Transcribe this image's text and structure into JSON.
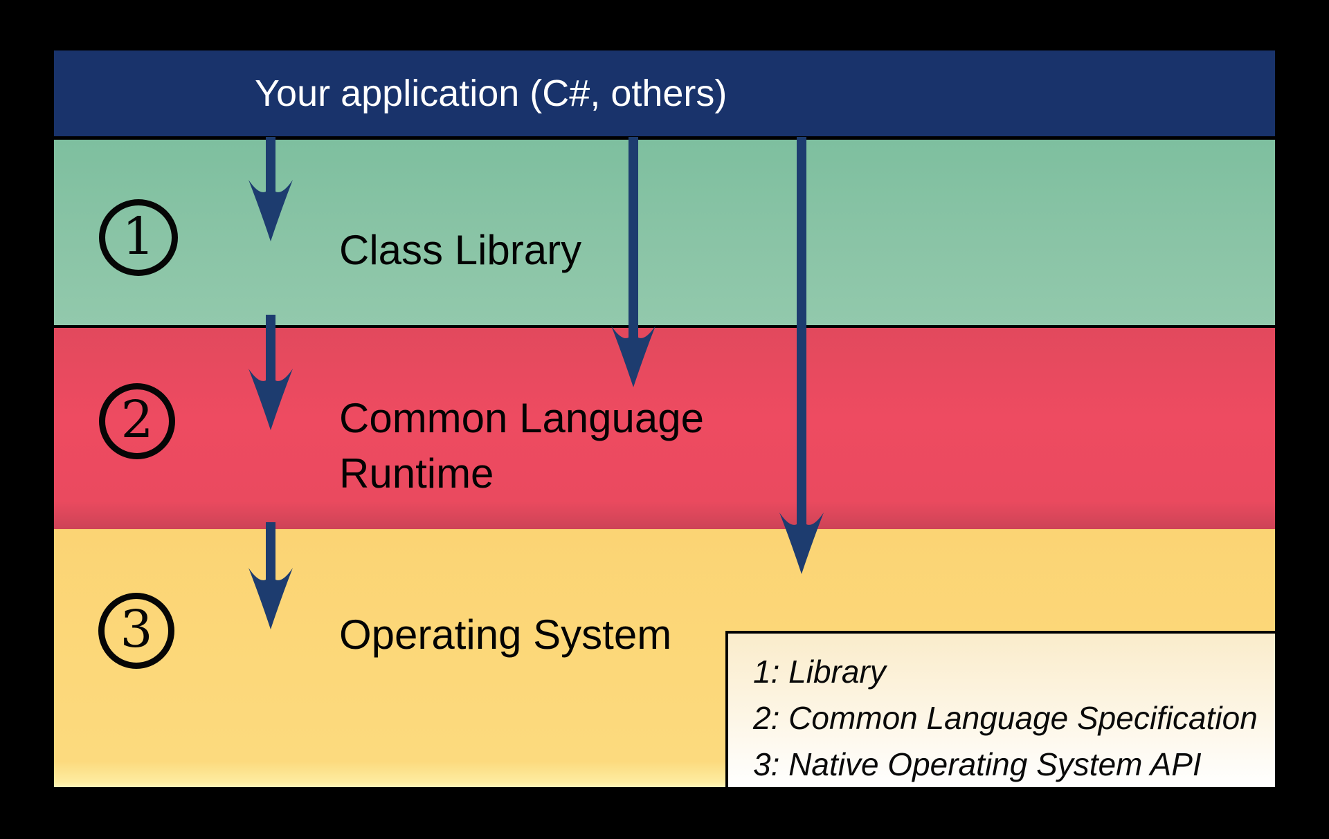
{
  "title_bar": {
    "label": "Your application (C#, others)"
  },
  "layers": [
    {
      "badge": "1",
      "label": "Class Library"
    },
    {
      "badge": "2",
      "label": "Common Language Runtime"
    },
    {
      "badge": "3",
      "label": "Operating System"
    }
  ],
  "legend": {
    "items": [
      "1: Library",
      "2: Common Language Specification",
      "3: Native Operating System API"
    ]
  },
  "arrows": {
    "color": "#1d3c6f"
  },
  "colors": {
    "background": "#000000",
    "title_bar_bg": "#19336b",
    "title_text": "#ffffff",
    "class_library_bg": "#86c2a4",
    "common_language_runtime_bg": "#e84a5e",
    "operating_system_bg": "#fbd677",
    "legend_bg_top": "#faeccb",
    "legend_bg_bottom": "#ffffff",
    "divider": "#000000"
  }
}
